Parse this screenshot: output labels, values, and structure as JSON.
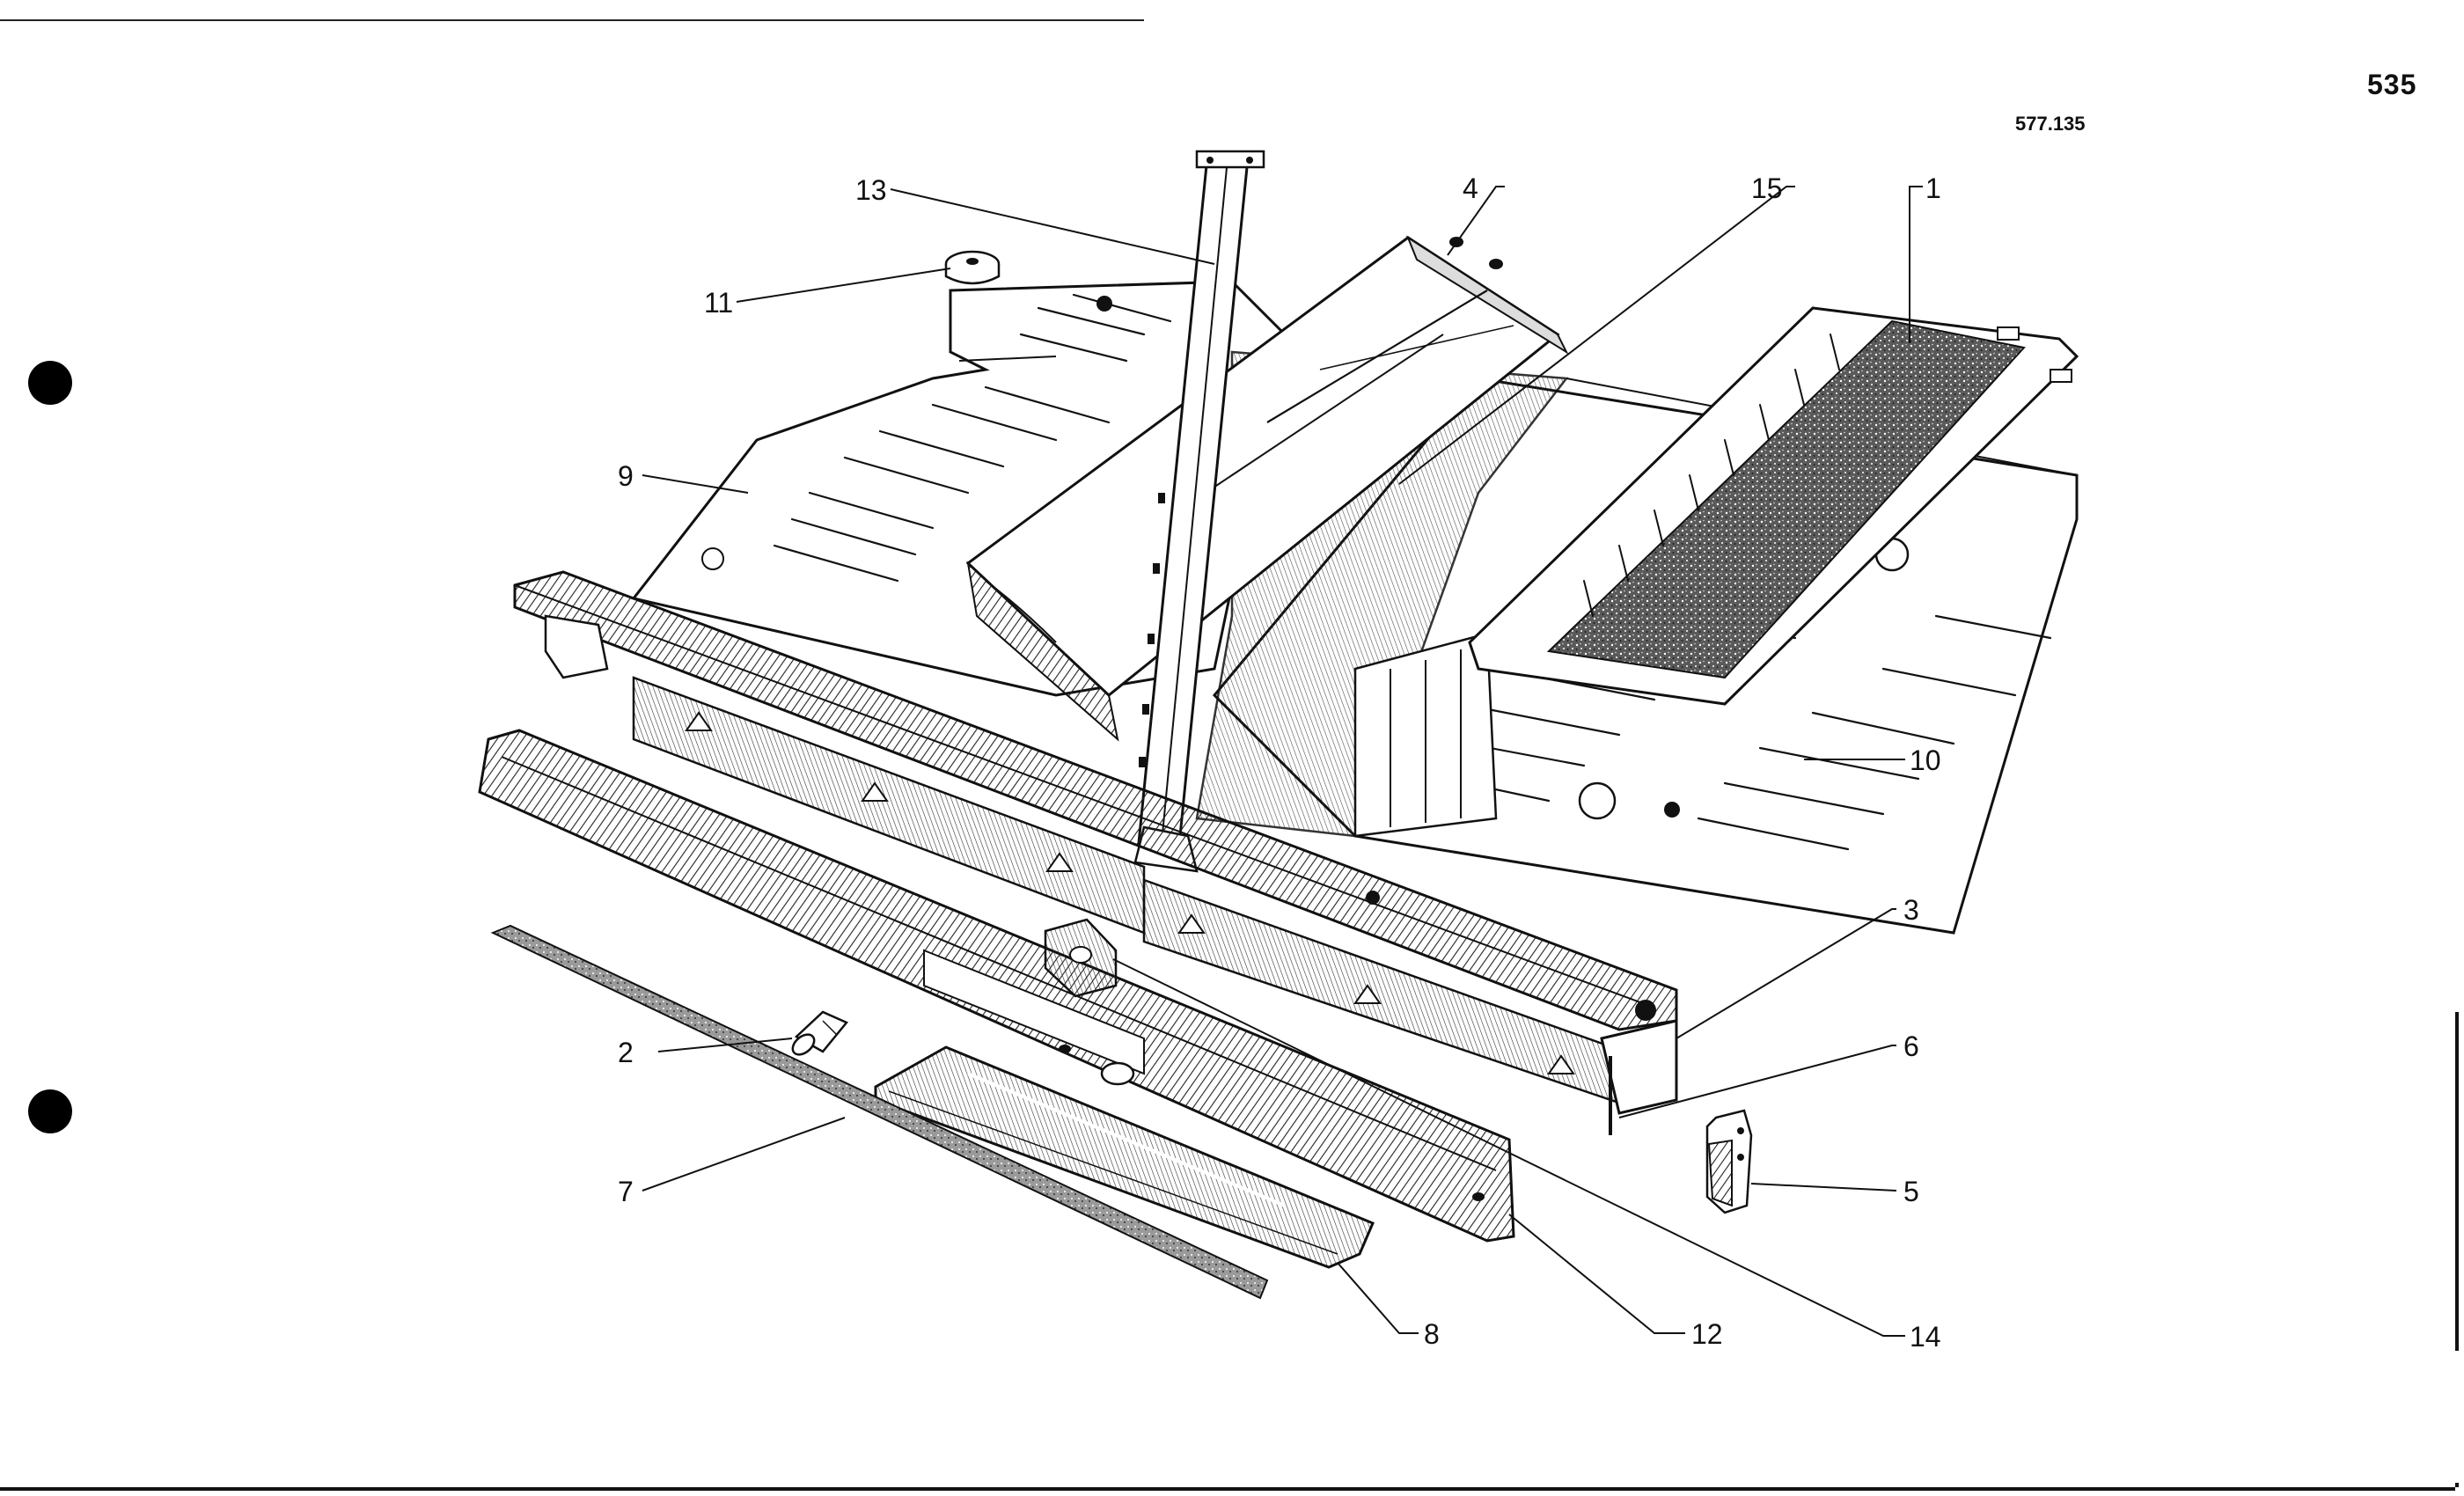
{
  "page_number": "535",
  "figure_ref": "577.135",
  "callouts": {
    "c1": "1",
    "c2": "2",
    "c3": "3",
    "c4": "4",
    "c5": "5",
    "c6": "6",
    "c7": "7",
    "c8": "8",
    "c9": "9",
    "c10": "10",
    "c11": "11",
    "c12": "12",
    "c13": "13",
    "c14": "14",
    "c15": "15"
  }
}
